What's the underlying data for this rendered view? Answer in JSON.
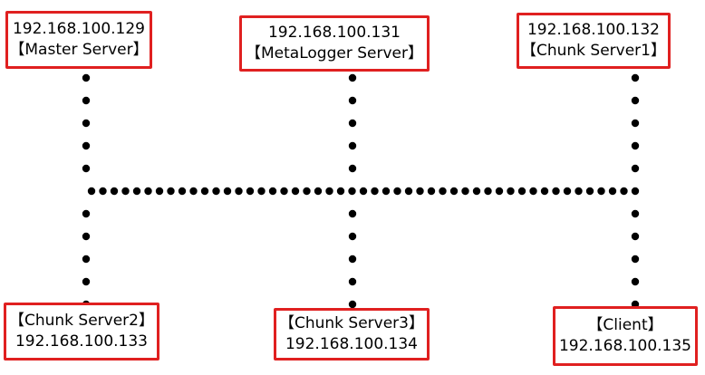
{
  "nodes": {
    "master": {
      "ip": "192.168.100.129",
      "role": "【Master Server】"
    },
    "metalogger": {
      "ip": "192.168.100.131",
      "role": "【MetaLogger Server】"
    },
    "chunk1": {
      "ip": "192.168.100.132",
      "role": "【Chunk Server1】"
    },
    "chunk2": {
      "ip": "192.168.100.133",
      "role": "【Chunk Server2】"
    },
    "chunk3": {
      "ip": "192.168.100.134",
      "role": "【Chunk Server3】"
    },
    "client": {
      "ip": "192.168.100.135",
      "role": "【Client】"
    }
  },
  "colors": {
    "box_border": "#e02020",
    "connector_dots": "#000000"
  }
}
